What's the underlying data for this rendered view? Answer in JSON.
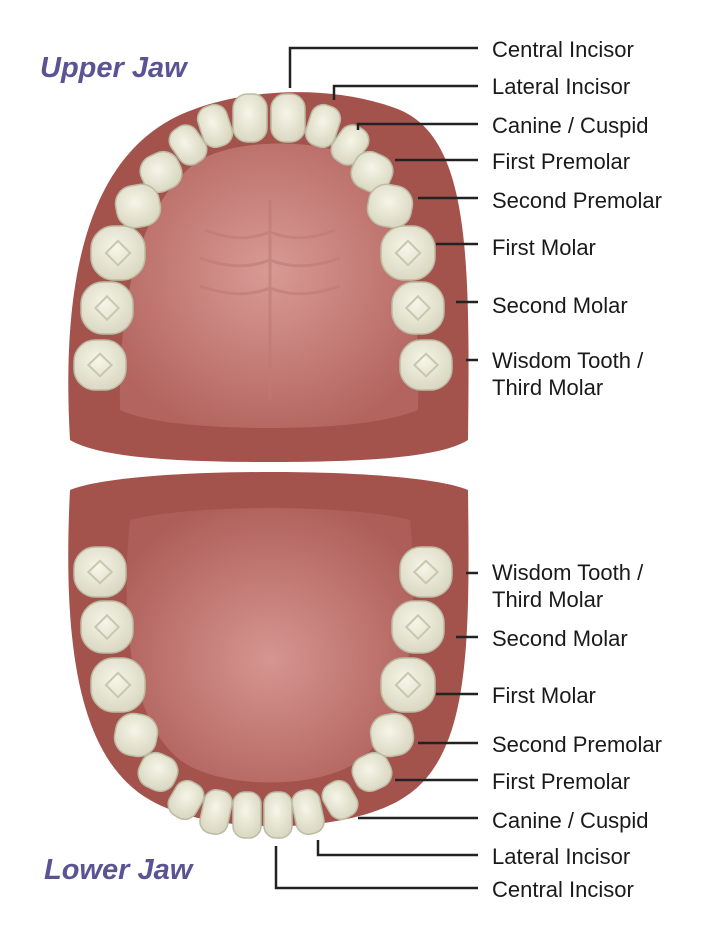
{
  "upper_jaw": {
    "title": "Upper Jaw",
    "labels": [
      {
        "lines": [
          "Central Incisor"
        ]
      },
      {
        "lines": [
          "Lateral Incisor"
        ]
      },
      {
        "lines": [
          "Canine / Cuspid"
        ]
      },
      {
        "lines": [
          "First Premolar"
        ]
      },
      {
        "lines": [
          "Second Premolar"
        ]
      },
      {
        "lines": [
          "First Molar"
        ]
      },
      {
        "lines": [
          "Second Molar"
        ]
      },
      {
        "lines": [
          "Wisdom Tooth /",
          "Third Molar"
        ]
      }
    ]
  },
  "lower_jaw": {
    "title": "Lower Jaw",
    "labels": [
      {
        "lines": [
          "Wisdom Tooth /",
          "Third Molar"
        ]
      },
      {
        "lines": [
          "Second Molar"
        ]
      },
      {
        "lines": [
          "First Molar"
        ]
      },
      {
        "lines": [
          "Second Premolar"
        ]
      },
      {
        "lines": [
          "First Premolar"
        ]
      },
      {
        "lines": [
          "Canine / Cuspid"
        ]
      },
      {
        "lines": [
          "Lateral Incisor"
        ]
      },
      {
        "lines": [
          "Central Incisor"
        ]
      }
    ]
  },
  "colors": {
    "jaw_title": "#5b5494",
    "gum_outer": "#9a4a45",
    "gum_inner": "#b96e6a",
    "palate": "#c98883",
    "tooth_fill": "#e9e8d6",
    "tooth_edge": "#bdbba4",
    "leader_line": "#222222"
  }
}
